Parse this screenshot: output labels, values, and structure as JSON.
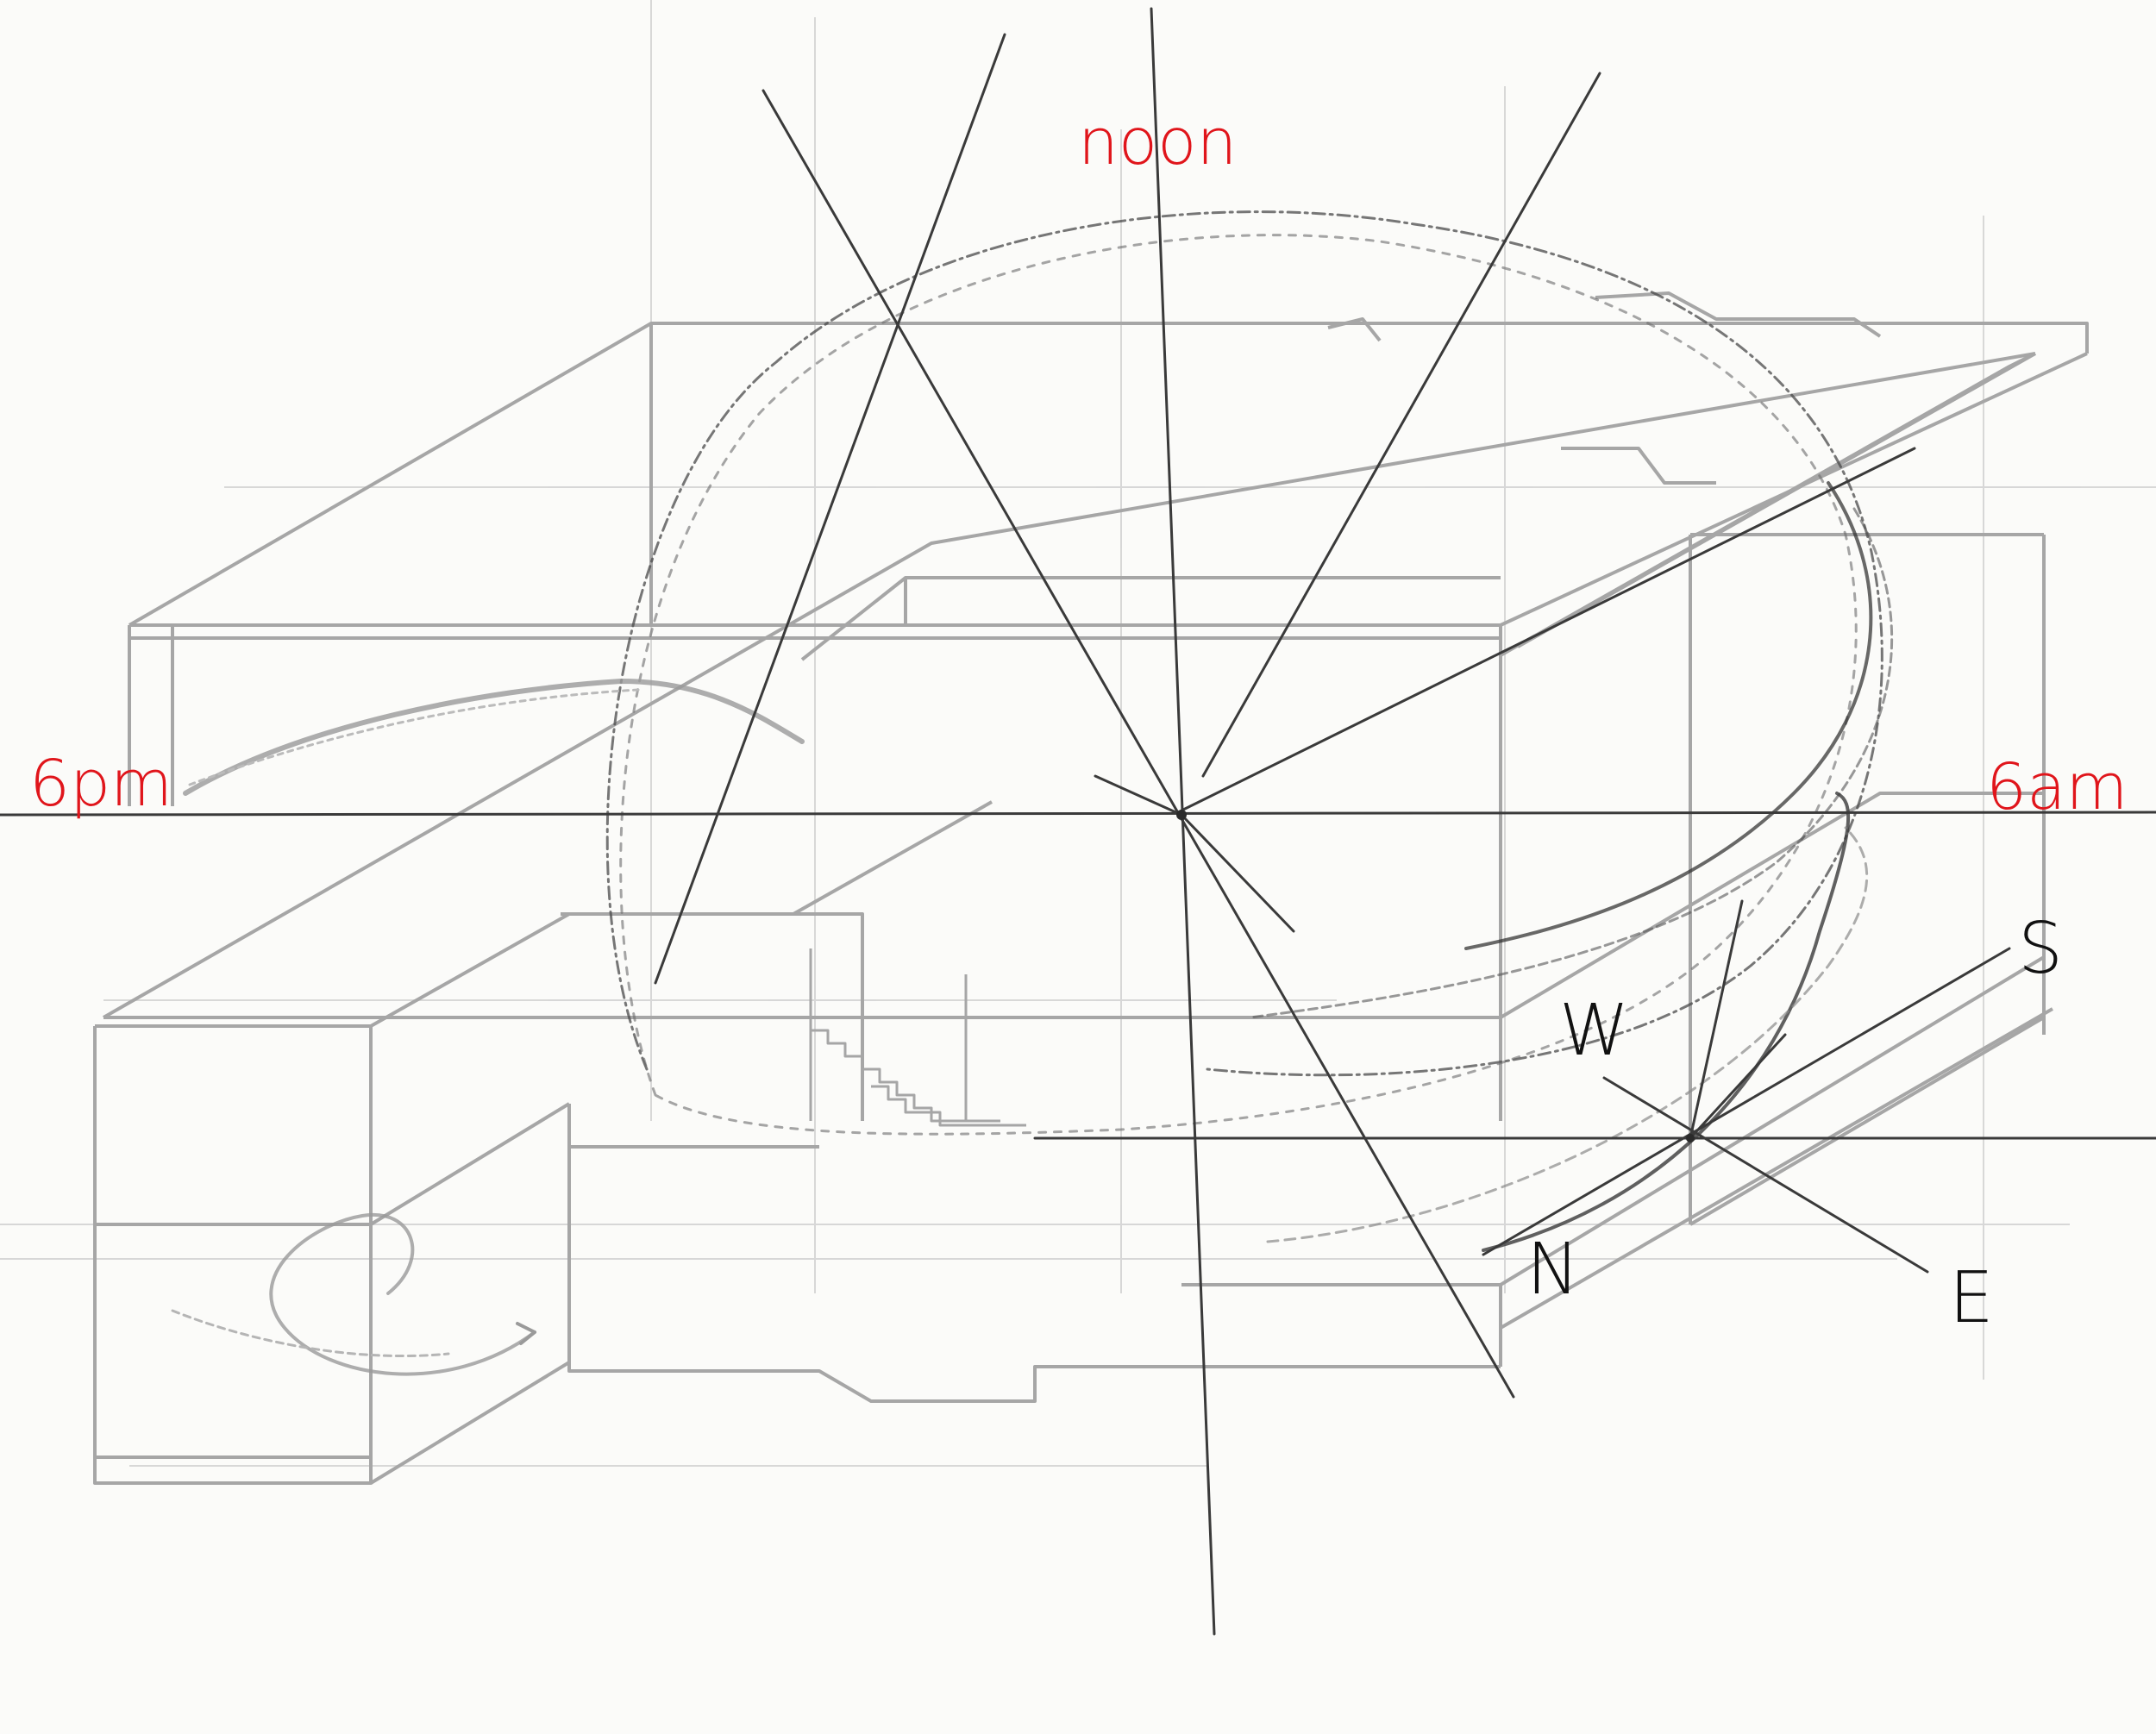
{
  "labels": {
    "noon": "noon",
    "six_pm": "6pm",
    "six_am": "6am"
  },
  "compass": {
    "south": "S",
    "west": "W",
    "north": "N",
    "east": "E"
  },
  "colors": {
    "time_labels": "#e0151b",
    "compass_labels": "#111111",
    "building_lines": "#a6a6a6",
    "construction_lines": "#3a3a3a",
    "paper": "#fbfbf9"
  }
}
